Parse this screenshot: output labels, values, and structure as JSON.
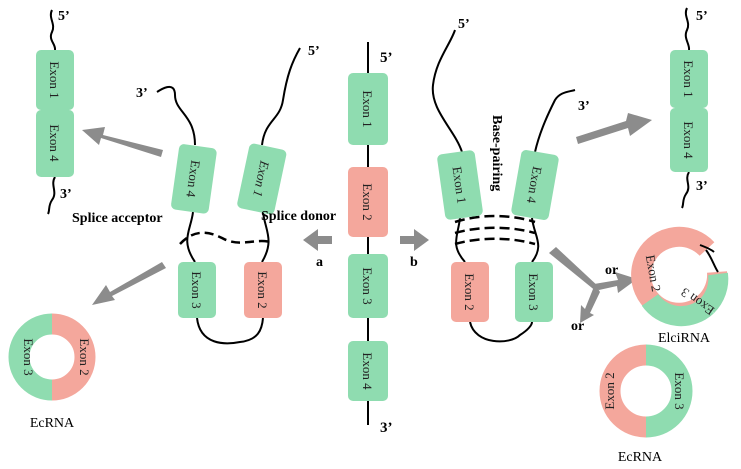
{
  "labels": {
    "five_prime": "5’",
    "three_prime": "3’",
    "exon1": "Exon 1",
    "exon2": "Exon 2",
    "exon3": "Exon 3",
    "exon4": "Exon 4",
    "splice_acceptor": "Splice acceptor",
    "splice_donor": "Splice donor",
    "base_pairing": "Base-pairing",
    "path_a": "a",
    "path_b": "b",
    "or": "or",
    "ecrna": "EcRNA",
    "elcirna": "ElciRNA"
  },
  "colors": {
    "green_exon": "#8fdcb0",
    "red_exon": "#f4a79c",
    "arrow_gray": "#8c8c8c",
    "line": "#000000"
  }
}
